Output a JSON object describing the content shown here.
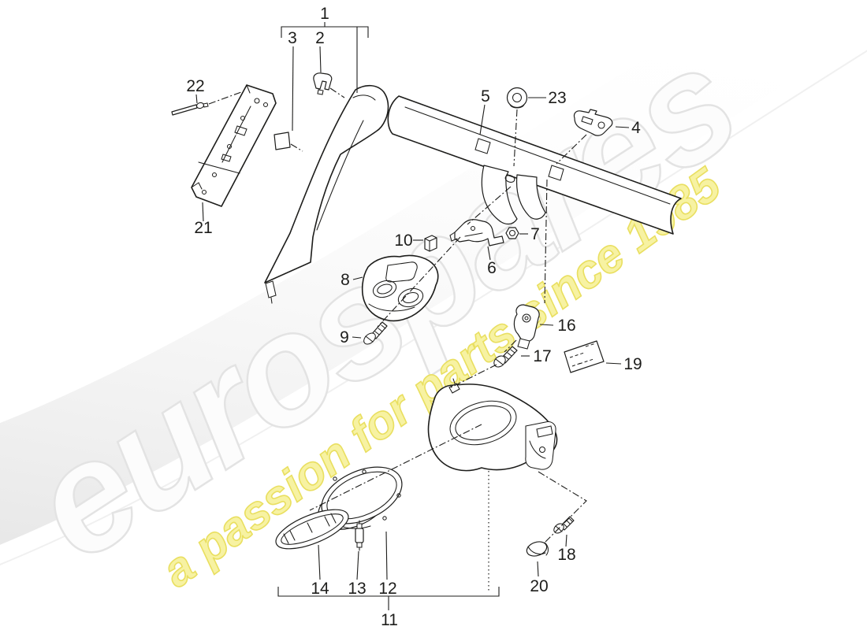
{
  "watermark": {
    "brand": "eurospares",
    "tagline": "a passion for parts since 1985"
  },
  "colors": {
    "line": "#1d1d1b",
    "label_text": "#1d1d1b",
    "wm_gray_fill": "#fcfcfc",
    "wm_gray_stroke": "#e3e3e3",
    "wm_yellow_fill": "#f7f2a2",
    "wm_yellow_stroke": "#e9df60",
    "swoosh_edge": "#c8c8c8"
  },
  "diagram": {
    "callouts": [
      {
        "num": "1"
      },
      {
        "num": "2"
      },
      {
        "num": "3"
      },
      {
        "num": "4"
      },
      {
        "num": "5"
      },
      {
        "num": "6"
      },
      {
        "num": "7"
      },
      {
        "num": "8"
      },
      {
        "num": "9"
      },
      {
        "num": "10"
      },
      {
        "num": "11"
      },
      {
        "num": "12"
      },
      {
        "num": "13"
      },
      {
        "num": "14"
      },
      {
        "num": "16"
      },
      {
        "num": "17"
      },
      {
        "num": "18"
      },
      {
        "num": "19"
      },
      {
        "num": "20"
      },
      {
        "num": "21"
      },
      {
        "num": "22"
      },
      {
        "num": "23"
      }
    ]
  }
}
